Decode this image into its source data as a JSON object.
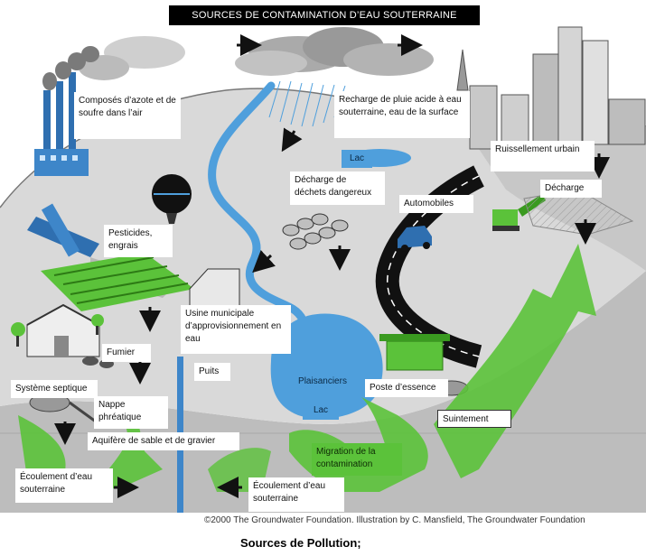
{
  "title": "SOURCES DE CONTAMINATION D’EAU SOUTERRAINE",
  "labels": {
    "nitrogen": "Composés d’azote et de soufre dans l’air",
    "acid_rain": "Recharge de pluie acide à eau souterraine, eau de la surface",
    "urban_runoff": "Ruissellement urbain",
    "lake_top": "Lac",
    "landfill": "Décharge",
    "hazardous": "Décharge de déchets dangereux",
    "automobiles": "Automobiles",
    "pesticides": "Pesticides, engrais",
    "water_plant": "Usine municipale d’approvisionnement en eau",
    "manure": "Fumier",
    "well": "Puits",
    "boaters": "Plaisanciers",
    "gas_station": "Poste d’essence",
    "lake_bottom": "Lac",
    "septic": "Système septique",
    "water_table": "Nappe phréatique",
    "seepage": "Suintement",
    "aquifer": "Aquifère de sable et de gravier",
    "migration": "Migration de la contamination",
    "flow_left": "Écoulement d’eau souterraine",
    "flow_right": "Écoulement d’eau souterraine"
  },
  "credit": "©2000 The Groundwater Foundation. Illustration by C. Mansfield, The Groundwater Foundation",
  "footer": "Sources de Pollution;",
  "colors": {
    "water": "#4f9fdc",
    "plume": "#5bc23a",
    "land": "#d9d9d9",
    "ground": "#bdbdbd",
    "road": "#111111"
  }
}
